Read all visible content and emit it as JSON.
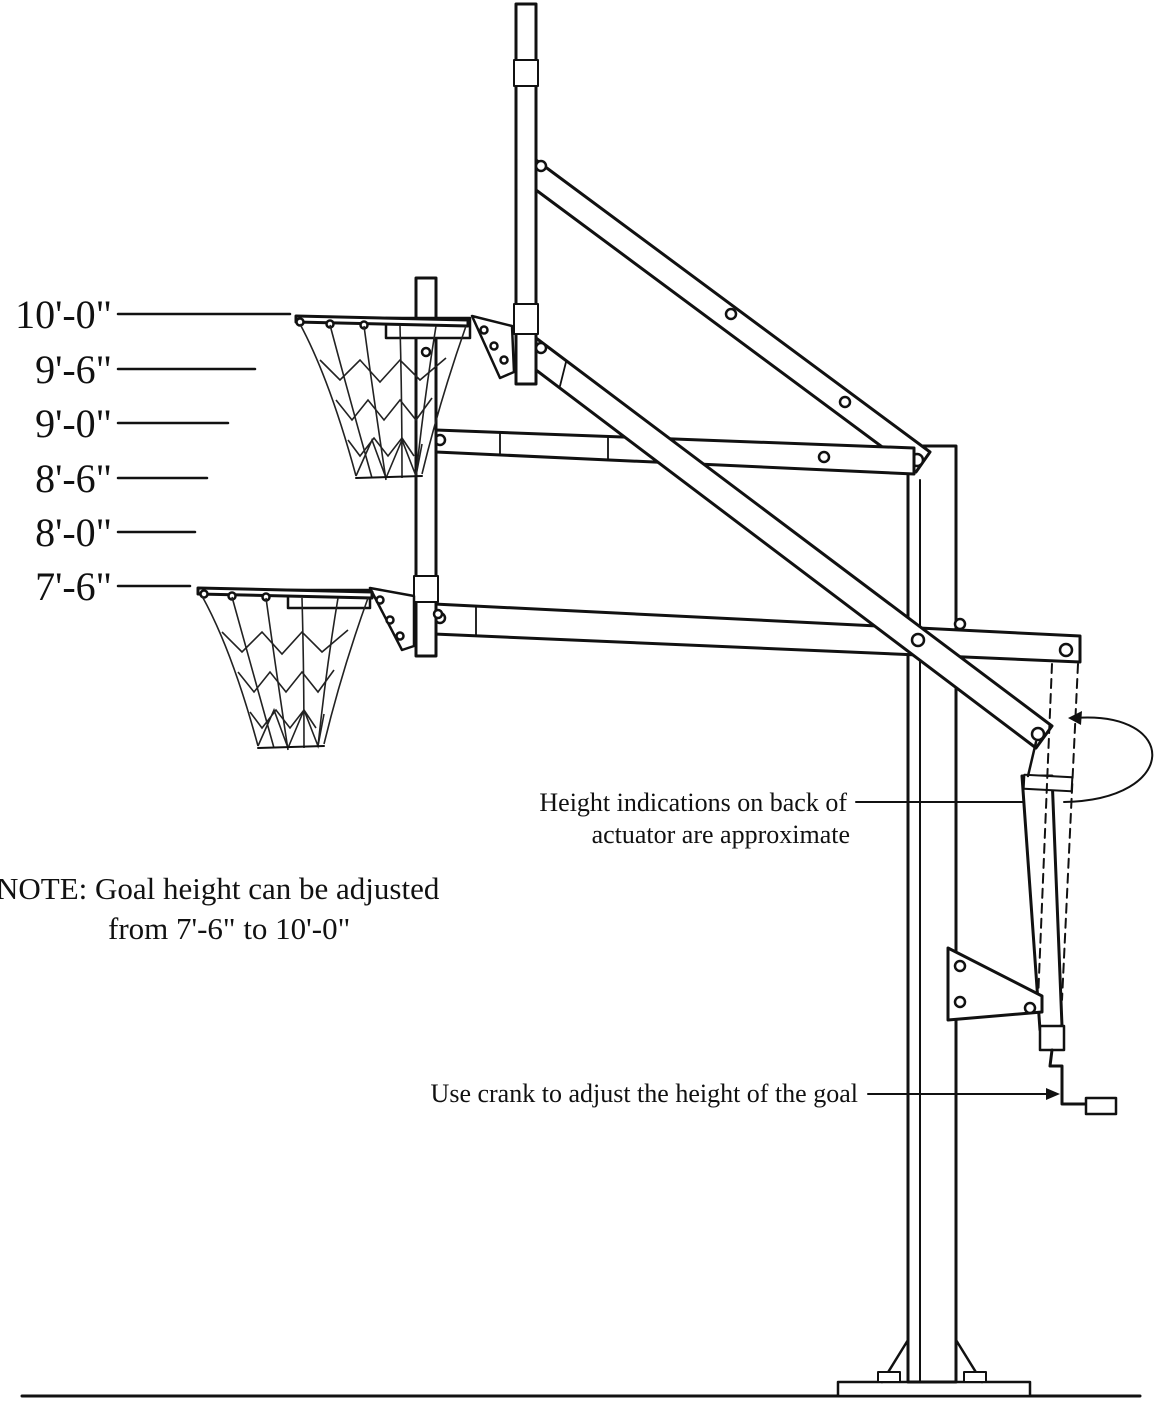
{
  "diagram": {
    "height_labels": [
      "10'-0\"",
      "9'-6\"",
      "9'-0\"",
      "8'-6\"",
      "8'-0\"",
      "7'-6\""
    ],
    "note_line1": "NOTE: Goal height can be adjusted",
    "note_line2": "from 7'-6\" to 10'-0\"",
    "callout_actuator_line1": "Height indications on back of",
    "callout_actuator_line2": "actuator are approximate",
    "callout_crank": "Use crank to adjust the height of the goal"
  }
}
